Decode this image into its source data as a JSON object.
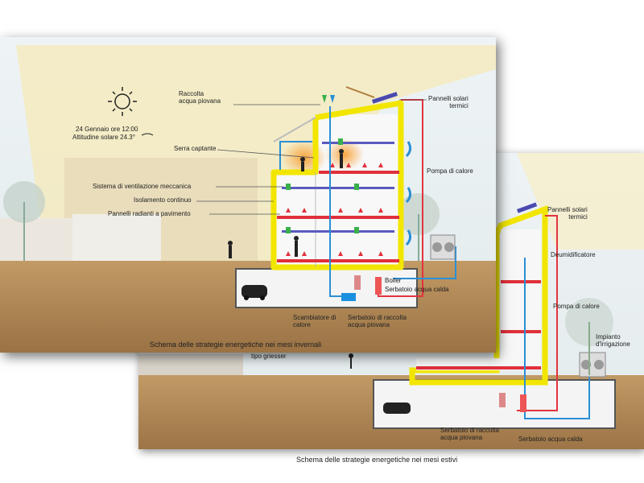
{
  "winter": {
    "caption": "Schema delle strategie energetiche nei mesi invernali",
    "date_line1": "24 Gennaio ore 12:00",
    "date_line2": "Altitudine solare 24.3°",
    "labels": {
      "rain": "Raccolta\nacqua piovana",
      "greenhouse": "Serra captante",
      "ventilation": "Sistema di ventilazione meccanica",
      "insulation": "Isolamento continuo",
      "radiant": "Pannelli radianti a pavimento",
      "solar": "Pannelli solari\ntermici",
      "heatpump": "Pompa di calore",
      "boiler": "Boiler",
      "tank_hot": "Serbatoio acqua calda",
      "exchanger": "Scambiatore di\ncalore",
      "tank_rain": "Serbatoio di raccolta\nacqua piovana"
    }
  },
  "summer": {
    "caption": "Schema delle strategie energetiche nei mesi estivi",
    "partial_label": "tipo griesser",
    "labels": {
      "solar": "Pannelli solari\ntermici",
      "dehumidifier": "Deumidificatore",
      "heatpump": "Pompa di calore",
      "irrigation": "Impianto\nd'irrigazione",
      "tank_rain": "Serbatoio di raccolta\nacqua piovana",
      "tank_hot": "Serbatoio acqua calda"
    }
  },
  "colors": {
    "wall": "#f2e600",
    "floor_red": "#e0303a",
    "pipe_blue": "#2a8fd6",
    "pipe_red": "#e3343e",
    "ground": "#b08a5a",
    "sky": "#e8f0f3"
  }
}
